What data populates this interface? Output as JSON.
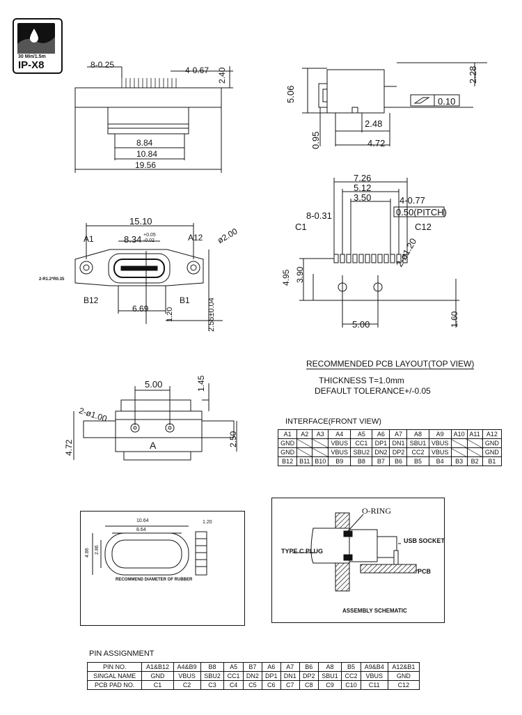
{
  "badge": {
    "line1": "30 Min/1.5m",
    "line2": "IP-X8"
  },
  "view_top_left": {
    "dims": [
      "8-0.25",
      "4-0.67",
      "2.40",
      "8.84",
      "10.84",
      "19.56"
    ]
  },
  "view_top_right": {
    "dims": [
      "5.06",
      "2.28",
      "0.10",
      "0.95",
      "2.48",
      "4.72"
    ]
  },
  "view_front": {
    "dims": [
      "15.10",
      "8.34",
      "+0.05",
      "-0.02",
      "A1",
      "A12",
      "ø2.00",
      "2-R1.2*R0.35",
      "B12",
      "B1",
      "6.69",
      "1.20",
      "2.56±0.04"
    ]
  },
  "view_pcb": {
    "dims": [
      "7.26",
      "5.12",
      "3.50",
      "4-0.77",
      "0.50(PITCH)",
      "8-0.31",
      "C1",
      "C12",
      "2-ø1.20",
      "4.95",
      "3.90",
      "5.00",
      "1.60"
    ]
  },
  "pcb_layout_notes": {
    "title": "RECOMMENDED PCB LAYOUT(TOP VIEW)",
    "thickness": "THICKNESS T=1.0mm",
    "tolerance": "DEFAULT TOLERANCE+/-0.05"
  },
  "view_bottom": {
    "dims": [
      "5.00",
      "1.45",
      "2-ø1.00",
      "4.72",
      "2.50"
    ],
    "mark": "A"
  },
  "interface": {
    "title": "INTERFACE(FRONT VIEW)",
    "rows": [
      [
        "A1",
        "A2",
        "A3",
        "A4",
        "A5",
        "A6",
        "A7",
        "A8",
        "A9",
        "A10",
        "A11",
        "A12"
      ],
      [
        "GND",
        "",
        "",
        "VBUS",
        "CC1",
        "DP1",
        "DN1",
        "SBU1",
        "VBUS",
        "",
        "",
        "GND"
      ],
      [
        "GND",
        "",
        "",
        "VBUS",
        "SBU2",
        "DN2",
        "DP2",
        "CC2",
        "VBUS",
        "",
        "",
        "GND"
      ],
      [
        "B12",
        "B11",
        "B10",
        "B9",
        "B8",
        "B7",
        "B6",
        "B5",
        "B4",
        "B3",
        "B2",
        "B1"
      ]
    ]
  },
  "rubber": {
    "dims": [
      "10.64",
      "8.64",
      "4.86",
      "2.86",
      "1.20"
    ],
    "caption": "RECOMMEND DIAMETER OF RUBBER"
  },
  "assembly": {
    "oring": "O-RING",
    "plug": "TYPE C PLUG",
    "socket": "USB SOCKET",
    "pcb": "PCB",
    "caption": "ASSEMBLY SCHEMATIC"
  },
  "pin_assignment": {
    "title": "PIN ASSIGNMENT",
    "header": [
      "PIN NO.",
      "A1&B12",
      "A4&B9",
      "B8",
      "A5",
      "B7",
      "A6",
      "A7",
      "B6",
      "A8",
      "B5",
      "A9&B4",
      "A12&B1"
    ],
    "signal": [
      "SINGAL NAME",
      "GND",
      "VBUS",
      "SBU2",
      "CC1",
      "DN2",
      "DP1",
      "DN1",
      "DP2",
      "SBU1",
      "CC2",
      "VBUS",
      "GND"
    ],
    "pad": [
      "PCB PAD NO.",
      "C1",
      "C2",
      "C3",
      "C4",
      "C5",
      "C6",
      "C7",
      "C8",
      "C9",
      "C10",
      "C11",
      "C12"
    ]
  }
}
